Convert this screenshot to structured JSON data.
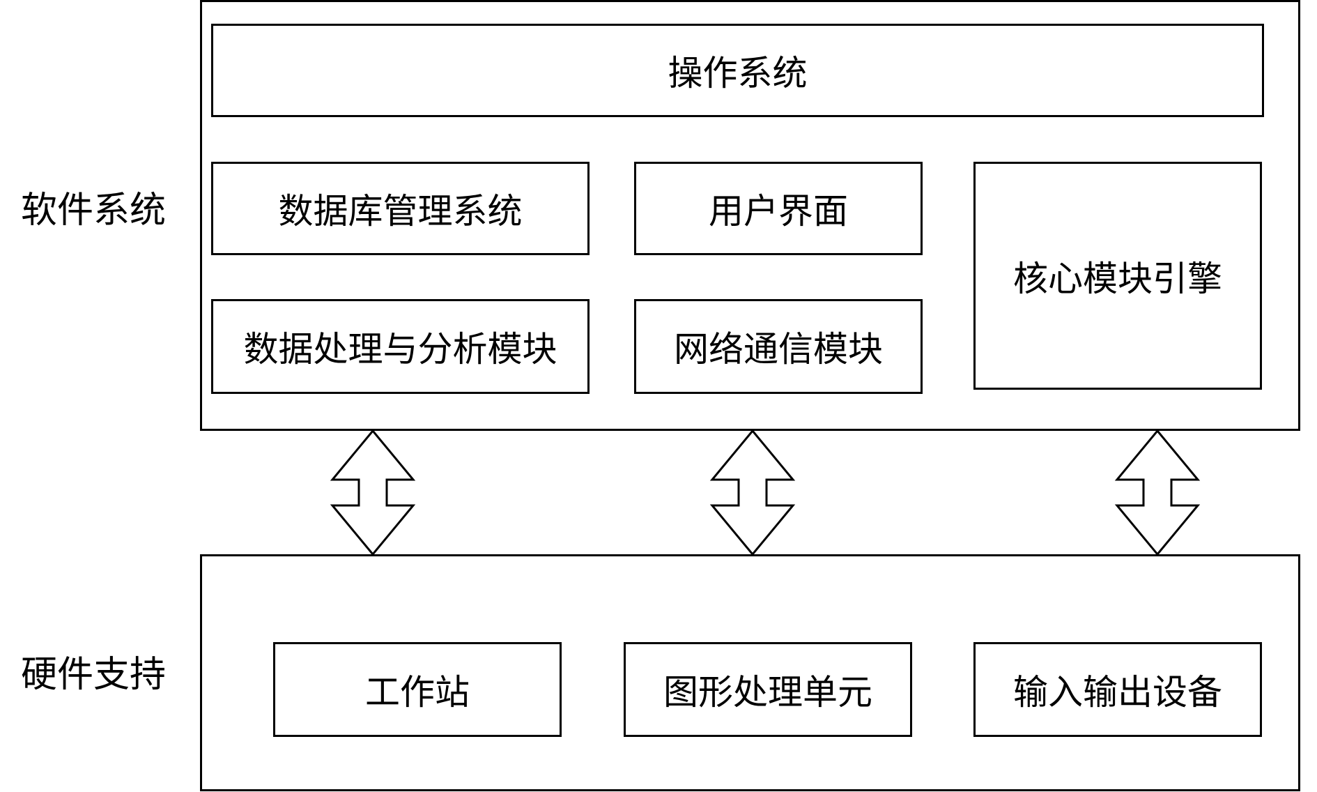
{
  "software": {
    "label": "软件系统",
    "os": "操作系统",
    "dbms": "数据库管理系统",
    "ui": "用户界面",
    "core": "核心模块引擎",
    "data_processing": "数据处理与分析模块",
    "network": "网络通信模块"
  },
  "hardware": {
    "label": "硬件支持",
    "workstation": "工作站",
    "gpu": "图形处理单元",
    "io": "输入输出设备"
  },
  "arrows": [
    {
      "name": "bidirectional-arrow-left"
    },
    {
      "name": "bidirectional-arrow-center"
    },
    {
      "name": "bidirectional-arrow-right"
    }
  ]
}
